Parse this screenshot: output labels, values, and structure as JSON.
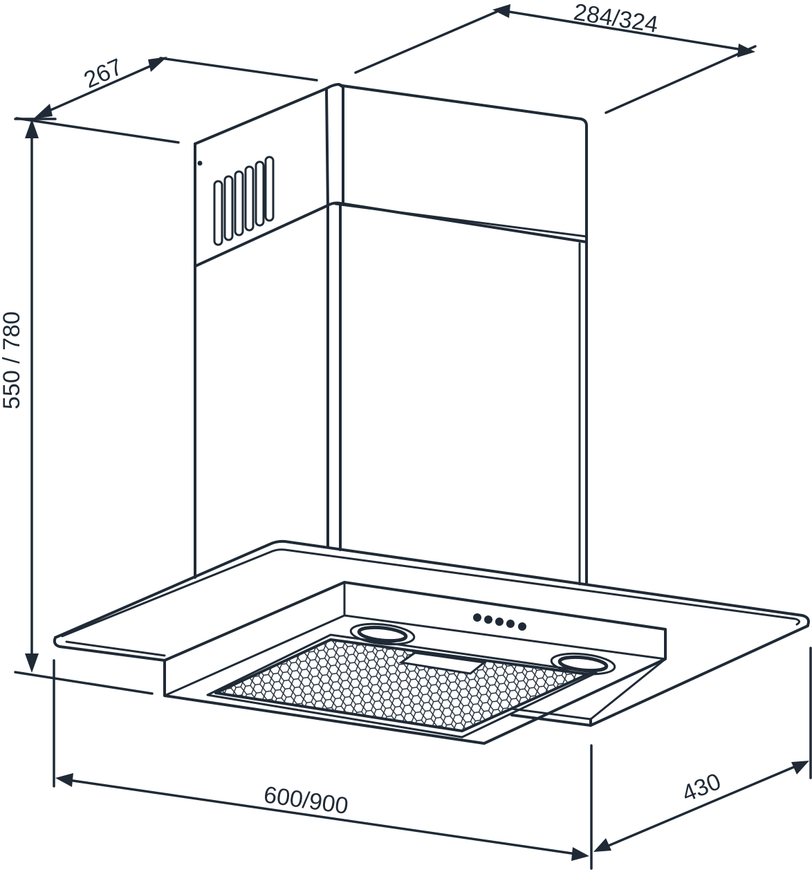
{
  "dimensions": {
    "chimney_depth": "267",
    "chimney_width": "284/324",
    "height": "550 / 780",
    "hood_width": "600/900",
    "hood_depth": "430"
  },
  "colors": {
    "line": "#1f2a36",
    "background": "#ffffff"
  }
}
